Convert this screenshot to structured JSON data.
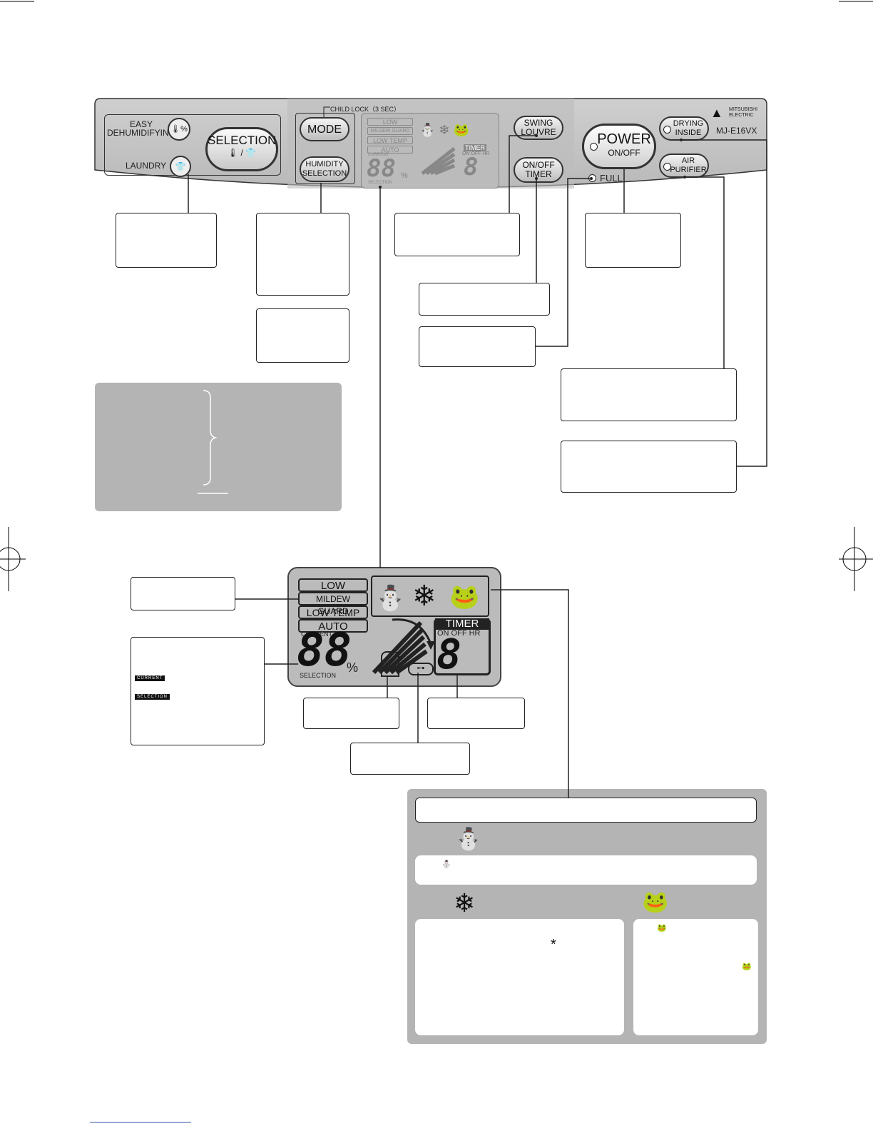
{
  "control_panel": {
    "child_lock": "CHILD LOCK（3 SEC）",
    "easy_dehumidifying": "EASY\nDEHUMIDIFYING",
    "laundry": "LAUNDRY",
    "selection": "SELECTION",
    "mode": "MODE",
    "humidity_selection": "HUMIDITY\nSELECTION",
    "swing_louvre": "SWING\nLOUVRE",
    "on_off_timer": "ON/OFF\nTIMER",
    "power": "POWER",
    "power_sub": "ON/OFF",
    "full": "FULL",
    "drying_inside": "DRYING\nINSIDE",
    "air_purifier": "AIR\nPURIFIER",
    "model": "MJ-E16VX",
    "brand": "MITSUBISHI\nELECTRIC"
  },
  "lcd": {
    "low": "LOW",
    "mildew_guard": "MILDEW GUARD",
    "low_temp": "LOW TEMP",
    "auto": "AUTO",
    "current": "CURRENT",
    "digits": "88",
    "percent": "%",
    "selection": "SELECTION",
    "timer": "TIMER",
    "timer_sub": "ON OFF HR",
    "timer_digit": "8"
  },
  "legend": {
    "current_tag": "CURRENT",
    "selection_tag": "SELECTION",
    "asterisk": "*"
  }
}
